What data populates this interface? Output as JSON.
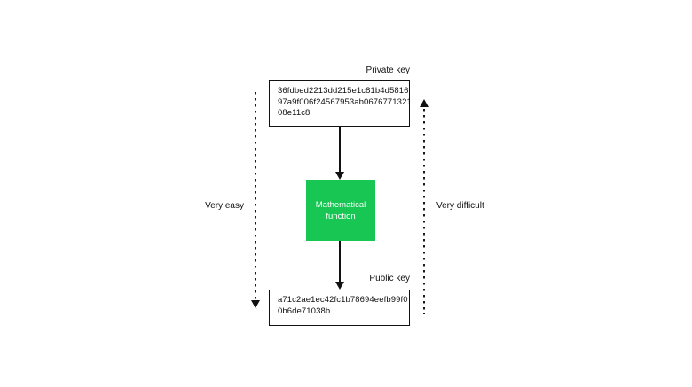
{
  "colors": {
    "accent_green": "#17c653",
    "line": "#111111"
  },
  "private_key": {
    "label": "Private key",
    "lines": {
      "0": "36fdbed2213dd215e1c81b4d5816",
      "1": "97a9f006f24567953ab0676771321",
      "2": "08e11c8"
    }
  },
  "function_box": {
    "label": "Mathematical function"
  },
  "public_key": {
    "label": "Public key",
    "lines": {
      "0": "a71c2ae1ec42fc1b78694eefb99f0",
      "1": "0b6de71038b"
    }
  },
  "annotations": {
    "left": "Very easy",
    "right": "Very difficult"
  }
}
